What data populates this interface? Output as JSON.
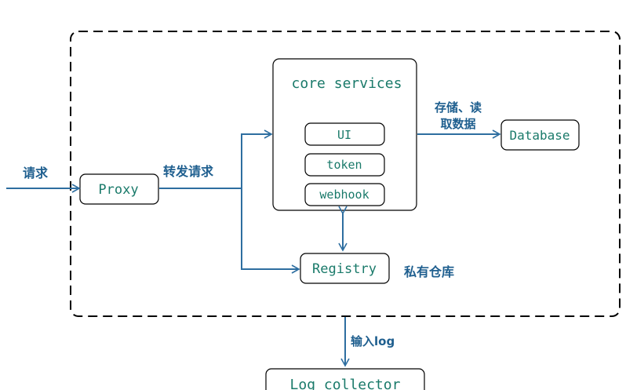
{
  "nodes": {
    "core_services": "core services",
    "ui": "UI",
    "token": "token",
    "webhook": "webhook",
    "proxy": "Proxy",
    "registry": "Registry",
    "database": "Database",
    "log_collector": "Log collector"
  },
  "edge_labels": {
    "request": "请求",
    "forward_request": "转发请求",
    "store_read_line1": "存储、读",
    "store_read_line2": "取数据",
    "private_repo": "私有仓库",
    "input_log": "输入log"
  },
  "colors": {
    "arrow": "#2e6ea0",
    "box_text": "#1a7a6a",
    "edge_text": "#1f5f8f",
    "border": "#000000"
  }
}
